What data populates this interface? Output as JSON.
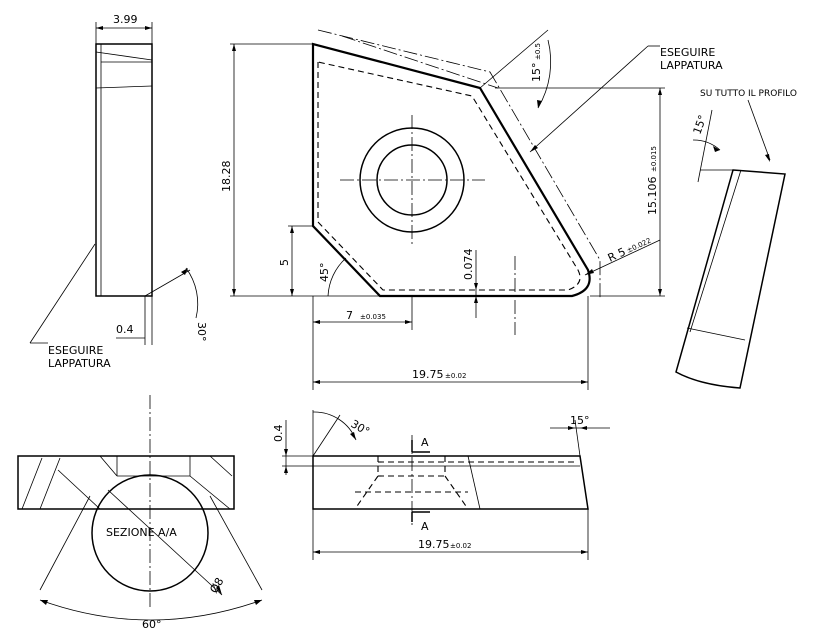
{
  "dimensions": {
    "side_width": "3.99",
    "side_chamfer": "0.4",
    "side_angle": "30°",
    "height": "18.28",
    "corner_height": "5",
    "corner_angle": "45°",
    "base_offset": "7",
    "base_offset_tol": "±0.035",
    "land": "0.074",
    "radius": "R 5",
    "radius_tol": "±0.022",
    "right_height": "15.106",
    "right_height_tol": "±0.015",
    "top_angle": "15°",
    "top_angle_tol": "±0.5",
    "width": "19.75",
    "width_tol": "±0.02",
    "profile_angle": "15°",
    "bottom_chamfer": "0.4",
    "bottom_angle": "30°",
    "bottom_right_angle": "15°",
    "bottom_width": "19.75",
    "bottom_width_tol": "±0.02",
    "section_diameter": "Ø8",
    "section_angle": "60°"
  },
  "notes": {
    "lapping_top_line1": "ESEGUIRE",
    "lapping_top_line2": "LAPPATURA",
    "lapping_left_line1": "ESEGUIRE",
    "lapping_left_line2": "LAPPATURA",
    "profile": "SU TUTTO IL PROFILO",
    "section": "SEZIONE A/A",
    "section_mark": "A"
  }
}
